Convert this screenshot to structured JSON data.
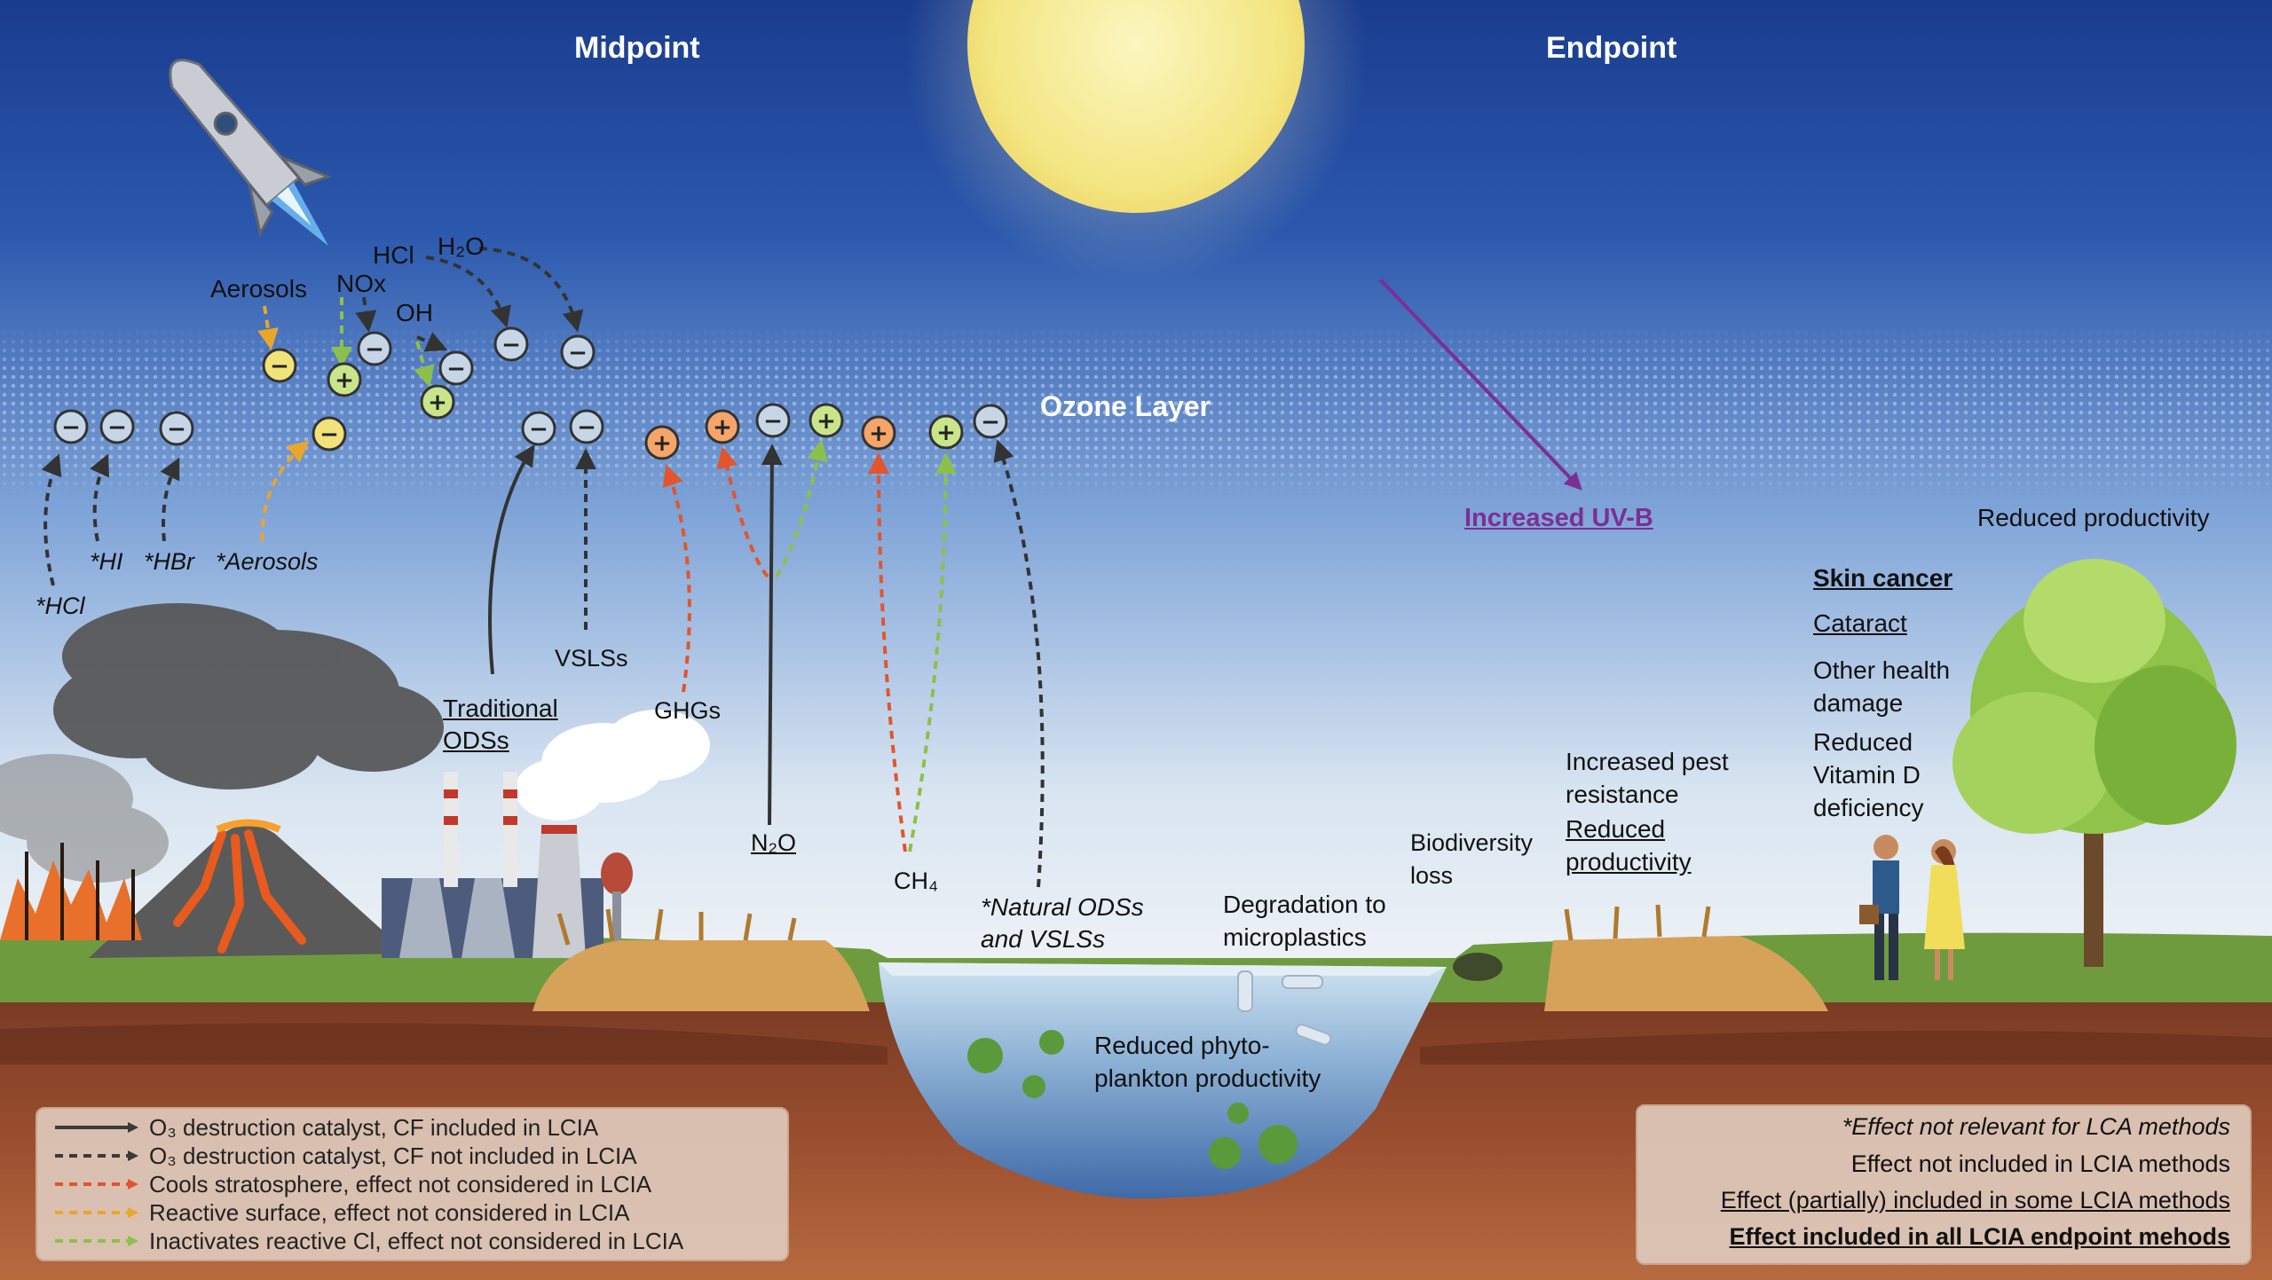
{
  "headers": {
    "midpoint": "Midpoint",
    "endpoint": "Endpoint"
  },
  "ozone_layer": "Ozone Layer",
  "species_labels": {
    "aerosols": "Aerosols",
    "nox": "NOx",
    "hcl": "HCl",
    "h2o": "H₂O",
    "oh": "OH",
    "hcl_star": "*HCl",
    "hi_star": "*HI",
    "hbr_star": "*HBr",
    "aerosols_star": "*Aerosols",
    "vslss": "VSLSs",
    "traditional_odss": [
      "Traditional",
      "ODSs"
    ],
    "ghgs": "GHGs",
    "n2o": "N₂O",
    "ch4": "CH₄",
    "natural_odss": [
      "*Natural ODSs",
      "and VSLSs"
    ]
  },
  "impacts": {
    "increased_uvb": "Increased UV-B",
    "reduced_productivity_top": "Reduced productivity",
    "skin_cancer": "Skin cancer",
    "cataract": "Cataract",
    "other_health": [
      "Other health",
      "damage"
    ],
    "vitamin_d": [
      "Reduced",
      "Vitamin D",
      "deficiency"
    ],
    "pest_resistance": [
      "Increased pest",
      "resistance"
    ],
    "reduced_productivity_crops": [
      "Reduced",
      "productivity"
    ],
    "biodiversity": [
      "Biodiversity",
      "loss"
    ],
    "microplastics": [
      "Degradation to",
      "microplastics"
    ],
    "phytoplankton": [
      "Reduced phyto-",
      "plankton productivity"
    ]
  },
  "legend": [
    {
      "label": "O₃ destruction catalyst, CF included in LCIA",
      "color": "#3a3a3a",
      "style": "solid"
    },
    {
      "label": "O₃ destruction catalyst, CF not included in LCIA",
      "color": "#3a3a3a",
      "style": "dashed"
    },
    {
      "label": "Cools stratosphere, effect not considered in LCIA",
      "color": "#e2552d",
      "style": "dashed"
    },
    {
      "label": "Reactive surface, effect not considered in LCIA",
      "color": "#e8a62a",
      "style": "dashed"
    },
    {
      "label": "Inactivates reactive Cl, effect not considered in LCIA",
      "color": "#8cc04a",
      "style": "dashed"
    }
  ],
  "key": [
    "*Effect not relevant for LCA methods",
    "Effect not included in LCIA methods",
    "Effect (partially) included in some LCIA methods",
    "Effect included in all LCIA endpoint mehods"
  ],
  "colors": {
    "minus_circle": "#c7d6e6",
    "plus_orange": "#f5a46a",
    "plus_green": "#c9e58a",
    "yellow_circle": "#f1e27a",
    "uvb_arrow": "#7b2f95",
    "sun": "#f6ec9a"
  }
}
